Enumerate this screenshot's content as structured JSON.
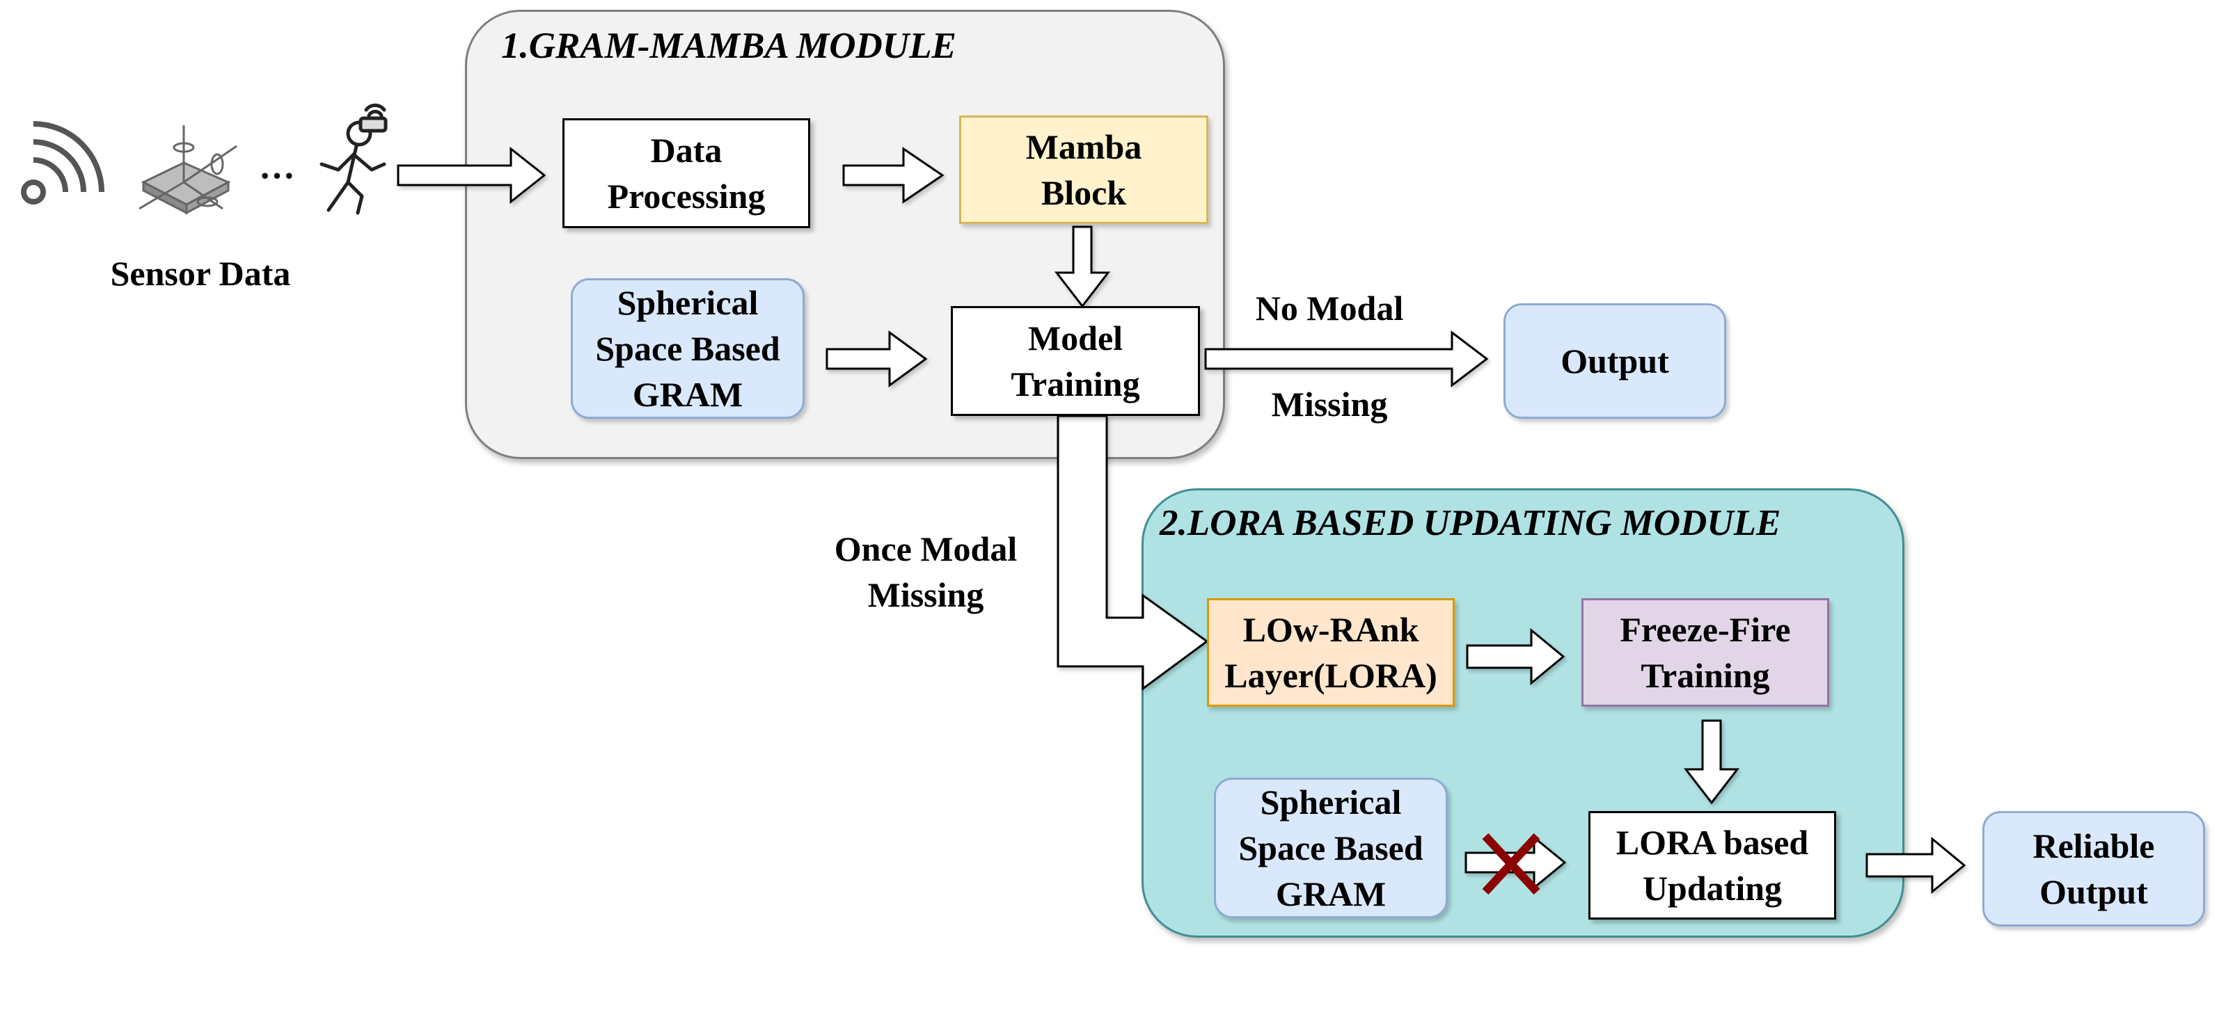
{
  "sensor": {
    "label": "Sensor Data",
    "ellipsis": "···",
    "icons": [
      "wifi-signal-icon",
      "imu-sensor-icon",
      "walking-person-icon"
    ]
  },
  "module1": {
    "title": "1.GRAM-MAMBA MODULE",
    "color": "#f2f2f2",
    "data_processing": "Data\nProcessing",
    "mamba_block": "Mamba\nBlock",
    "gram": "Spherical\nSpace Based\nGRAM",
    "model_training": "Model\nTraining"
  },
  "branch": {
    "no_modal": "No Modal",
    "missing": "Missing",
    "once_modal_missing": "Once Modal\nMissing",
    "output": "Output"
  },
  "module2": {
    "title": "2.LORA BASED UPDATING MODULE",
    "color": "#b0e2e4",
    "lora_layer": "LOw-RAnk\nLayer(LORA)",
    "freeze_fire": "Freeze-Fire\nTraining",
    "gram": "Spherical\nSpace Based\nGRAM",
    "lora_updating": "LORA based\nUpdating",
    "blocked_mark_color": "#8b0000"
  },
  "reliable_output": "Reliable\nOutput"
}
